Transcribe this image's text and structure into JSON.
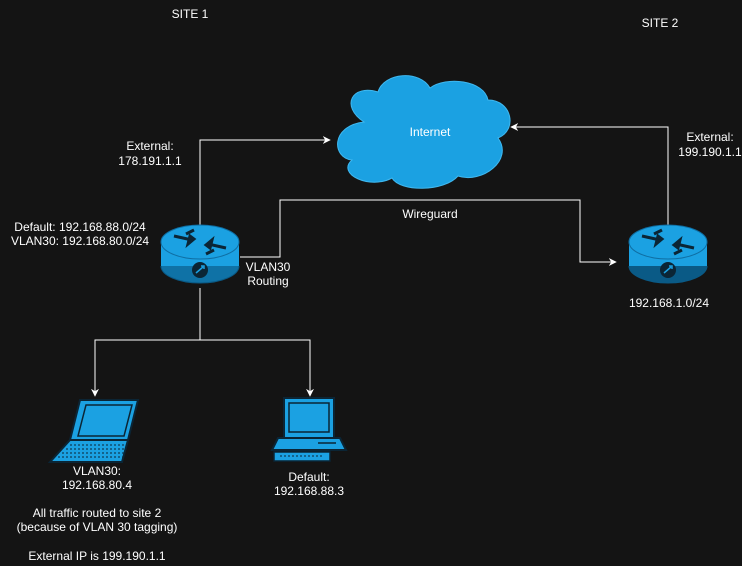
{
  "sites": {
    "site1": "SITE 1",
    "site2": "SITE 2"
  },
  "cloud": {
    "label": "Internet",
    "icon": "cloud-icon"
  },
  "router1": {
    "icon": "router-icon",
    "external_label": "External:",
    "external_ip": "178.191.1.1",
    "default_net": "Default: 192.168.88.0/24",
    "vlan_net": "VLAN30: 192.168.80.0/24",
    "routing_line1": "VLAN30",
    "routing_line2": "Routing"
  },
  "router2": {
    "icon": "router-icon",
    "external_label": "External:",
    "external_ip": "199.190.1.1",
    "subnet": "192.168.1.0/24"
  },
  "tunnel": {
    "label": "Wireguard"
  },
  "laptop": {
    "icon": "laptop-icon",
    "line1": "VLAN30:",
    "line2": "192.168.80.4",
    "note1": "All traffic routed to site 2",
    "note2": "(because of VLAN 30 tagging)",
    "note3": "External IP is 199.190.1.1"
  },
  "desktop": {
    "icon": "desktop-computer-icon",
    "line1": "Default:",
    "line2": "192.168.88.3"
  },
  "colors": {
    "background": "#141414",
    "device_fill": "#1ba1e2",
    "device_dark": "#0a5a86",
    "lines": "#ffffff",
    "text": "#ffffff"
  }
}
